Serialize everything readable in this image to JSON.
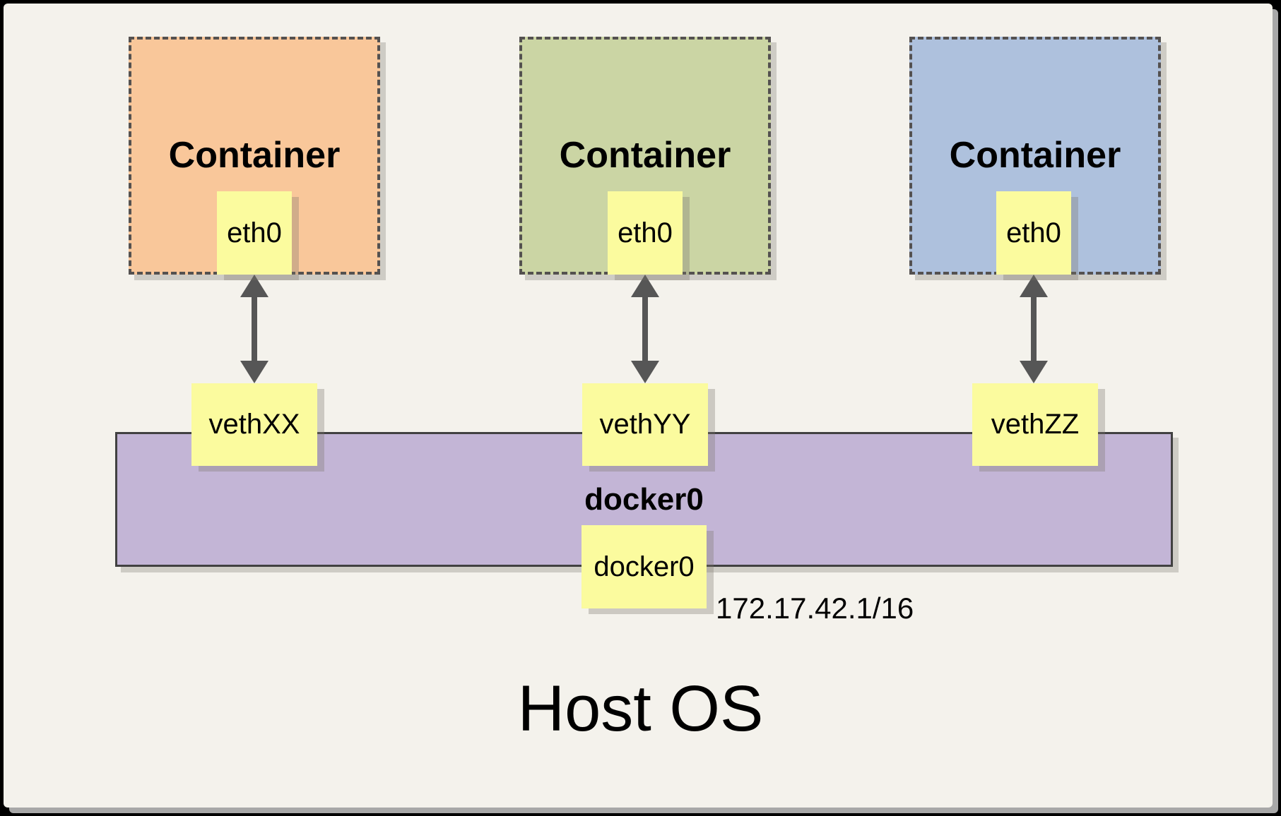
{
  "host": {
    "label": "Host OS"
  },
  "bridge": {
    "name": "docker0",
    "interface": "docker0",
    "ip": "172.17.42.1/16",
    "fill": "#C3B5D6"
  },
  "containers": [
    {
      "title": "Container",
      "interface": "eth0",
      "veth": "vethXX",
      "fill": "#F9C79A"
    },
    {
      "title": "Container",
      "interface": "eth0",
      "veth": "vethYY",
      "fill": "#CBD5A4"
    },
    {
      "title": "Container",
      "interface": "eth0",
      "veth": "vethZZ",
      "fill": "#AEC1DD"
    }
  ],
  "colors": {
    "canvas": "#F4F2EC",
    "note_fill": "#FBFB9E",
    "arrow": "#565656",
    "dashed_border": "#545150",
    "bar_border": "#414141",
    "frame": "#000000"
  }
}
